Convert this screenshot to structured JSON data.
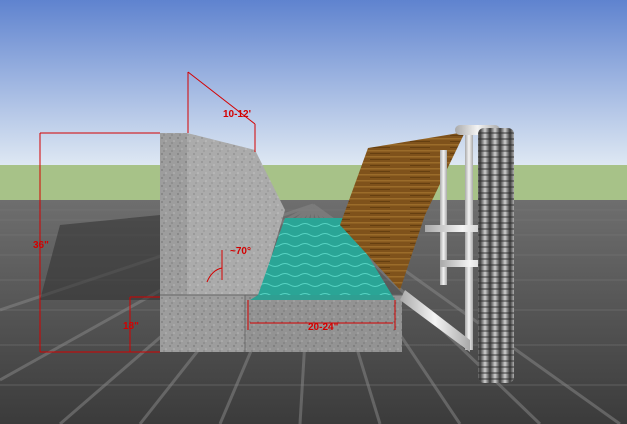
{
  "dimensions": {
    "top_width": "10-12'",
    "total_height": "36\"",
    "base_height": "18\"",
    "slope_angle": "~70°",
    "channel_width": "20-24\""
  },
  "colors": {
    "sky_top": "#6d8ed2",
    "sky_bottom": "#dbe6f2",
    "grass": "#a5c084",
    "ground": "#4a4a4a",
    "concrete": "#9c9c9c",
    "water": "#2fb0a0",
    "wood": "#8a5a1e",
    "pipe": "#d8d8d8",
    "dimension": "#d40000"
  },
  "objects": {
    "wall": "concrete-wall",
    "channel": "water-channel",
    "cover": "wooden-cover",
    "frame": "pipe-frame",
    "post": "corrugated-post"
  }
}
